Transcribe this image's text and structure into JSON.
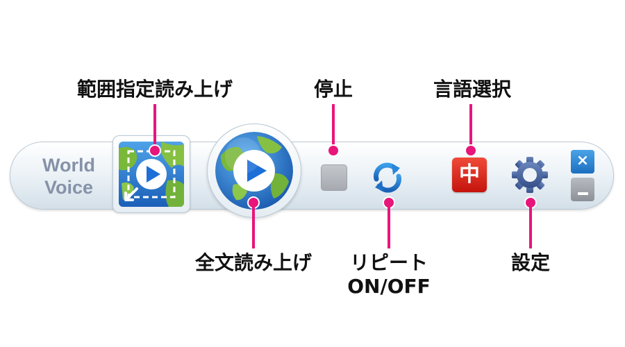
{
  "brand": {
    "line1": "World",
    "line2": "Voice"
  },
  "language": {
    "code": "中"
  },
  "window": {
    "close_glyph": "×"
  },
  "labels": {
    "range_read": "範囲指定読み上げ",
    "stop": "停止",
    "language_select": "言語選択",
    "full_read": "全文読み上げ",
    "repeat_line1": "リピート",
    "repeat_line2": "ON/OFF",
    "settings": "設定"
  },
  "icons": {
    "range_read": "globe-play-with-selection-icon",
    "full_read": "globe-play-icon",
    "stop": "stop-square-icon",
    "repeat": "repeat-arrows-icon",
    "settings": "gear-icon",
    "close": "close-icon",
    "minimize": "minimize-icon"
  },
  "colors": {
    "callout": "#e8157b",
    "language_button": "#d8201a",
    "close_button": "#2b84d2",
    "brand_text": "#8592a8",
    "play_triangle": "#1c6fd6"
  }
}
